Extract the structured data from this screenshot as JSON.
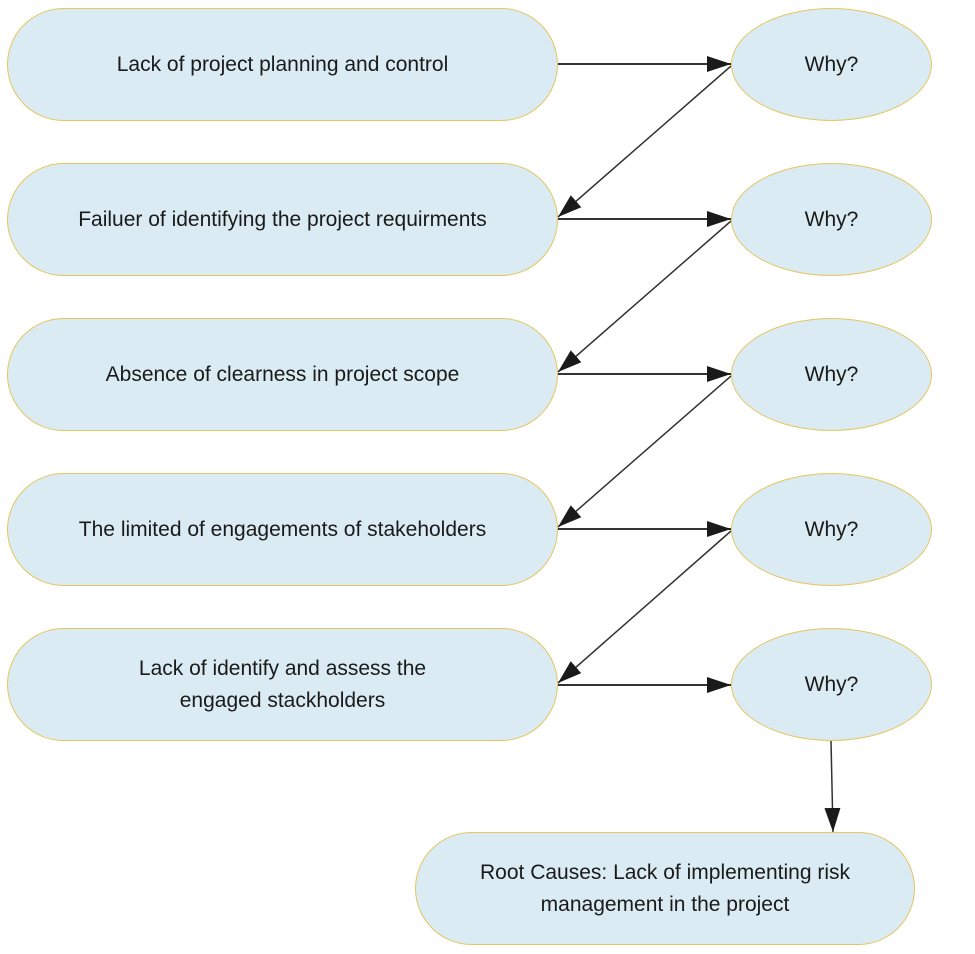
{
  "diagram": {
    "type": "five-whys-flow",
    "colors": {
      "node_fill": "#daebf3",
      "node_border": "#e6c65e",
      "arrow": "#1a1a1a",
      "text": "#1a1a1a"
    },
    "causes": [
      {
        "label": "Lack of project planning and control"
      },
      {
        "label": "Failuer of identifying the project requirments"
      },
      {
        "label": "Absence of clearness in project scope"
      },
      {
        "label": "The limited of engagements of stakeholders"
      },
      {
        "label": "Lack of identify and assess the engaged stackholders"
      }
    ],
    "whys": [
      {
        "label": "Why?"
      },
      {
        "label": "Why?"
      },
      {
        "label": "Why?"
      },
      {
        "label": "Why?"
      },
      {
        "label": "Why?"
      }
    ],
    "root_cause": {
      "label": "Root Causes: Lack of implementing risk management in the project"
    }
  }
}
